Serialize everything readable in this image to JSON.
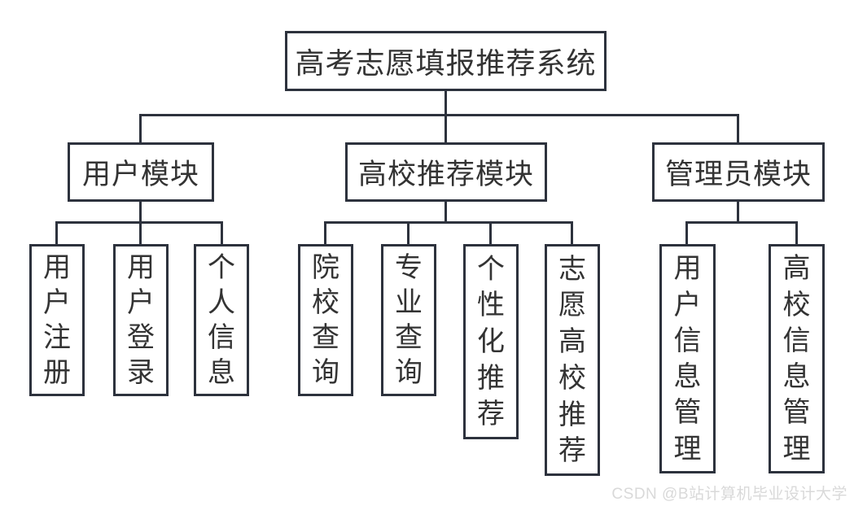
{
  "colors": {
    "line": "#2d323d",
    "text": "#333333",
    "watermark": "#d9d9d9",
    "background": "#ffffff"
  },
  "diagram": {
    "title": "高考志愿填报推荐系统",
    "modules": [
      {
        "label": "用户模块",
        "children": [
          {
            "label": "用户注册"
          },
          {
            "label": "用户登录"
          },
          {
            "label": "个人信息"
          }
        ]
      },
      {
        "label": "高校推荐模块",
        "children": [
          {
            "label": "院校查询"
          },
          {
            "label": "专业查询"
          },
          {
            "label": "个性化推荐"
          },
          {
            "label": "志愿高校推荐"
          }
        ]
      },
      {
        "label": "管理员模块",
        "children": [
          {
            "label": "用户信息管理"
          },
          {
            "label": "高校信息管理"
          }
        ]
      }
    ]
  },
  "watermark": {
    "text": "CSDN @B站计算机毕业设计大学"
  }
}
